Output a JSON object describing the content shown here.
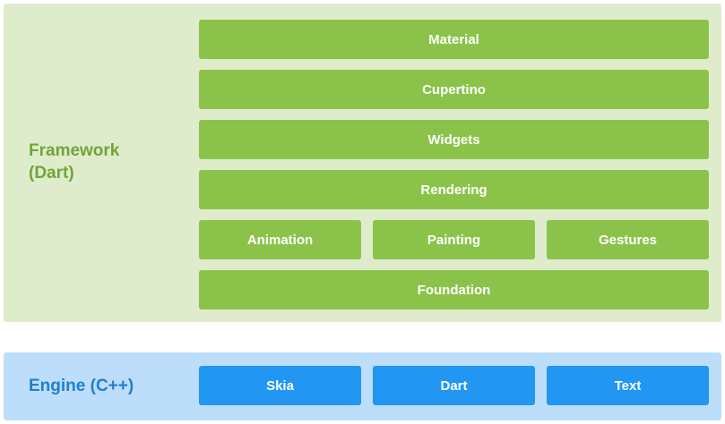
{
  "framework": {
    "label": "Framework\n(Dart)",
    "layers": [
      "Material",
      "Cupertino",
      "Widgets",
      "Rendering"
    ],
    "row": [
      "Animation",
      "Painting",
      "Gestures"
    ],
    "base": "Foundation"
  },
  "engine": {
    "label": "Engine (C++)",
    "blocks": [
      "Skia",
      "Dart",
      "Text"
    ]
  },
  "colors": {
    "framework_bg": "#dfeccb",
    "framework_block": "#8bc34a",
    "framework_text": "#6fa53a",
    "engine_bg": "#bcdefa",
    "engine_block": "#2196f3",
    "engine_text": "#1f7fd0"
  }
}
